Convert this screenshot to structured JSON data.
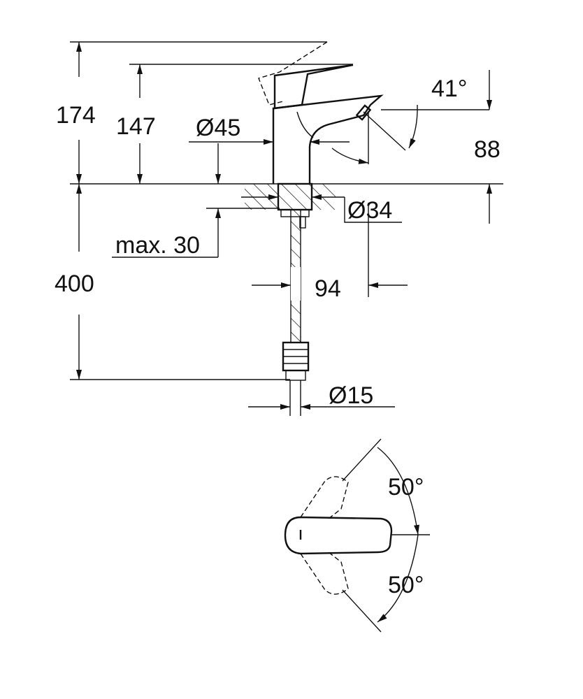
{
  "drawing": {
    "dimensions": {
      "total_height": "174",
      "lever_height": "147",
      "body_diameter": "Ø45",
      "lever_angle": "41°",
      "spout_height": "88",
      "hole_diameter": "Ø34",
      "max_deck": "max. 30",
      "spout_reach": "94",
      "hose_length": "400",
      "connection": "Ø15",
      "rotation_left": "50°",
      "rotation_right": "50°"
    },
    "colors": {
      "line": "#111111",
      "background": "#ffffff"
    }
  }
}
